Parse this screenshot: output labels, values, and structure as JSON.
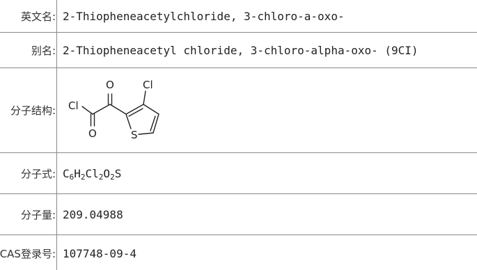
{
  "rows": {
    "english_name": {
      "label": "英文名:",
      "value": "2-Thiopheneacetylchloride, 3-chloro-a-oxo-"
    },
    "alias": {
      "label": "别名:",
      "value": "2-Thiopheneacetyl chloride, 3-chloro-alpha-oxo- (9CI)"
    },
    "structure": {
      "label": "分子结构:",
      "atoms": {
        "o_top": "O",
        "cl_right": "Cl",
        "cl_left": "Cl",
        "o_bottom": "O",
        "s": "S"
      }
    },
    "formula": {
      "label": "分子式:",
      "parts": [
        "C",
        "6",
        "H",
        "2",
        "Cl",
        "2",
        "O",
        "2",
        "S"
      ]
    },
    "mass": {
      "label": "分子量:",
      "value": "209.04988"
    },
    "cas": {
      "label": "CAS登录号:",
      "value": "107748-09-4"
    }
  }
}
